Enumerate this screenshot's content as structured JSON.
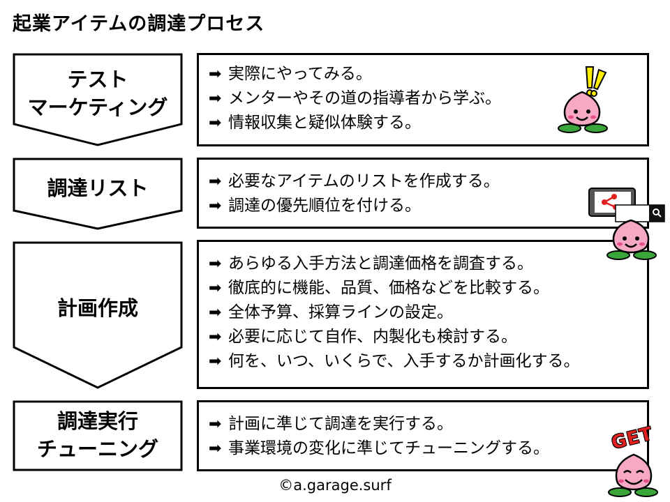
{
  "title": "起業アイテムの調達プロセス",
  "stages": [
    {
      "label_lines": [
        "テスト",
        "マーケティング"
      ],
      "items": [
        "実際にやってみる。",
        "メンターやその道の指導者から学ぶ。",
        "情報収集と疑似体験する。"
      ]
    },
    {
      "label_lines": [
        "調達リスト"
      ],
      "items": [
        "必要なアイテムのリストを作成する。",
        "調達の優先順位を付ける。"
      ]
    },
    {
      "label_lines": [
        "計画作成"
      ],
      "items": [
        "あらゆる入手方法と調達価格を調査する。",
        "徹底的に機能、品質、価格などを比較する。",
        "全体予算、採算ラインの設定。",
        "必要に応じて自作、内製化も検討する。",
        "何を、いつ、いくらで、入手するか計画化する。"
      ]
    },
    {
      "label_lines": [
        "調達実行",
        "チューニング"
      ],
      "items": [
        "計画に準じて調達を実行する。",
        "事業環境の変化に準じてチューニングする。"
      ]
    }
  ],
  "bullet_glyph": "➡",
  "copyright": "©a.garage.surf",
  "get_badge": "GET",
  "colors": {
    "mascot_fill": "#f7a8c4",
    "mascot_cheek": "#e8508a",
    "leaf": "#3aa63a",
    "exclaim": "#ffee00",
    "share_red": "#e0201e"
  }
}
